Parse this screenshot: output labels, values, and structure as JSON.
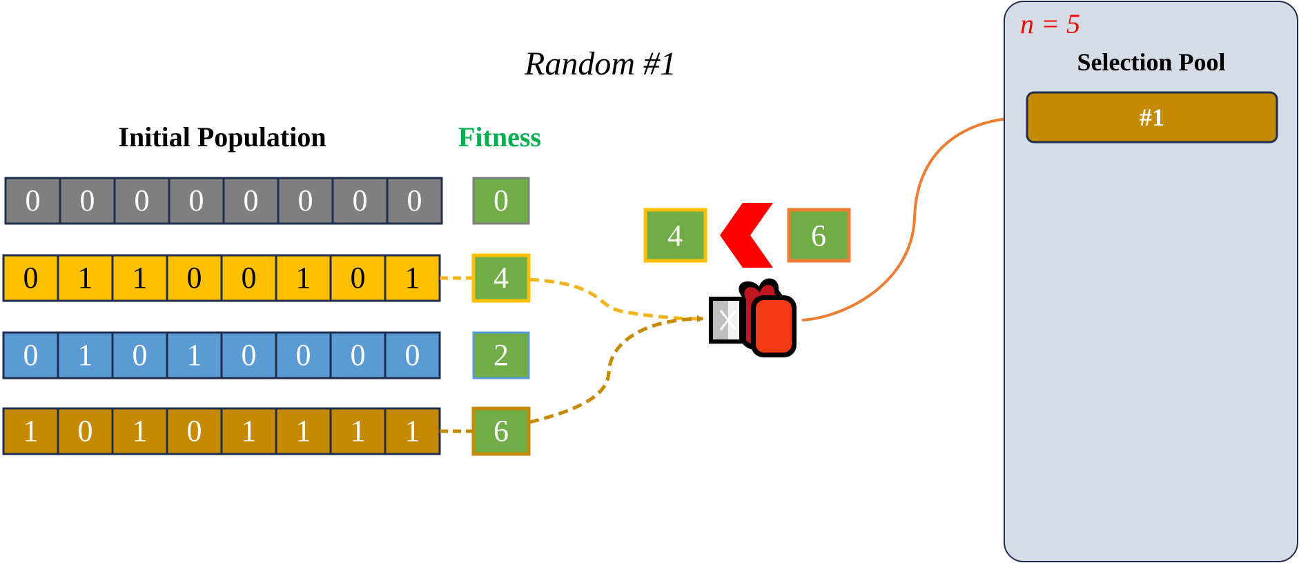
{
  "title": "Random #1",
  "population": {
    "heading": "Initial Population",
    "rows": [
      {
        "genes": [
          "0",
          "0",
          "0",
          "0",
          "0",
          "0",
          "0",
          "0"
        ],
        "fitness": "0",
        "color": "#7f7f7f"
      },
      {
        "genes": [
          "0",
          "1",
          "1",
          "0",
          "0",
          "1",
          "0",
          "1"
        ],
        "fitness": "4",
        "color": "#ffc000"
      },
      {
        "genes": [
          "0",
          "1",
          "0",
          "1",
          "0",
          "0",
          "0",
          "0"
        ],
        "fitness": "2",
        "color": "#5b9bd5"
      },
      {
        "genes": [
          "1",
          "0",
          "1",
          "0",
          "1",
          "1",
          "1",
          "1"
        ],
        "fitness": "6",
        "color": "#c58a00"
      }
    ]
  },
  "fitness_heading": "Fitness",
  "comparison": {
    "left_value": "4",
    "right_value": "6",
    "symbol": "<"
  },
  "pool": {
    "n_label": "n = 5",
    "heading": "Selection Pool",
    "items": [
      "#1"
    ]
  },
  "colors": {
    "cell_border": "#1f2d4e",
    "fitness_fill": "#70ad47",
    "fitness_heading": "#00b050",
    "gold_border": "#ffc000",
    "orange_border": "#ed7d31",
    "yellow_dash": "#f2b51e",
    "dark_gold_dash": "#c58a00",
    "orange_arrow": "#ed7d31",
    "pool_fill": "#d6dce5",
    "n_label": "#ff0000",
    "comparison_symbol": "#ff0000"
  }
}
